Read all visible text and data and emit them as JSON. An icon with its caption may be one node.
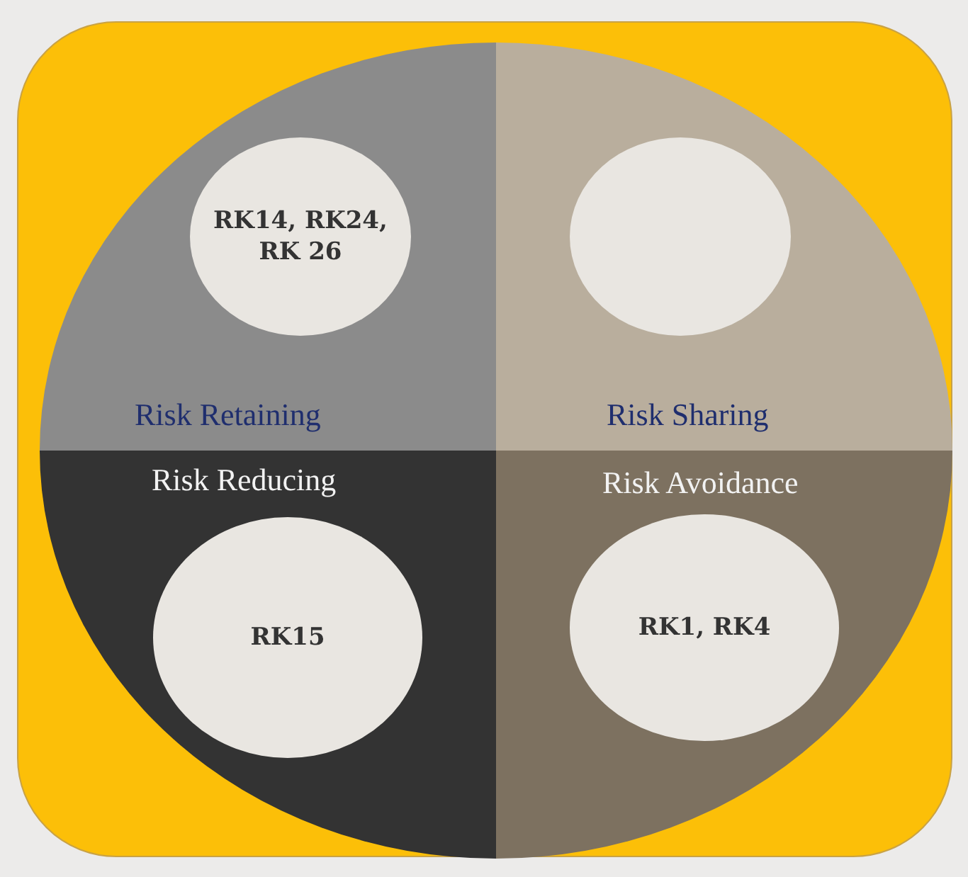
{
  "diagram": {
    "nodes": [
      {
        "text": [
          "Risk Retaining"
        ]
      },
      {
        "text": [
          "RK14, RK24, RK 26"
        ],
        "in": 0
      },
      {
        "text": [
          "Risk Sharing"
        ]
      },
      {
        "text": [],
        "shape": "circle",
        "in": 2
      },
      {
        "text": [
          "Risk Reducing"
        ]
      },
      {
        "text": [
          "RK15"
        ],
        "in": 4
      },
      {
        "text": [
          "Risk Avoidance"
        ]
      },
      {
        "text": [
          "RK1, RK4"
        ],
        "in": 6
      }
    ]
  }
}
